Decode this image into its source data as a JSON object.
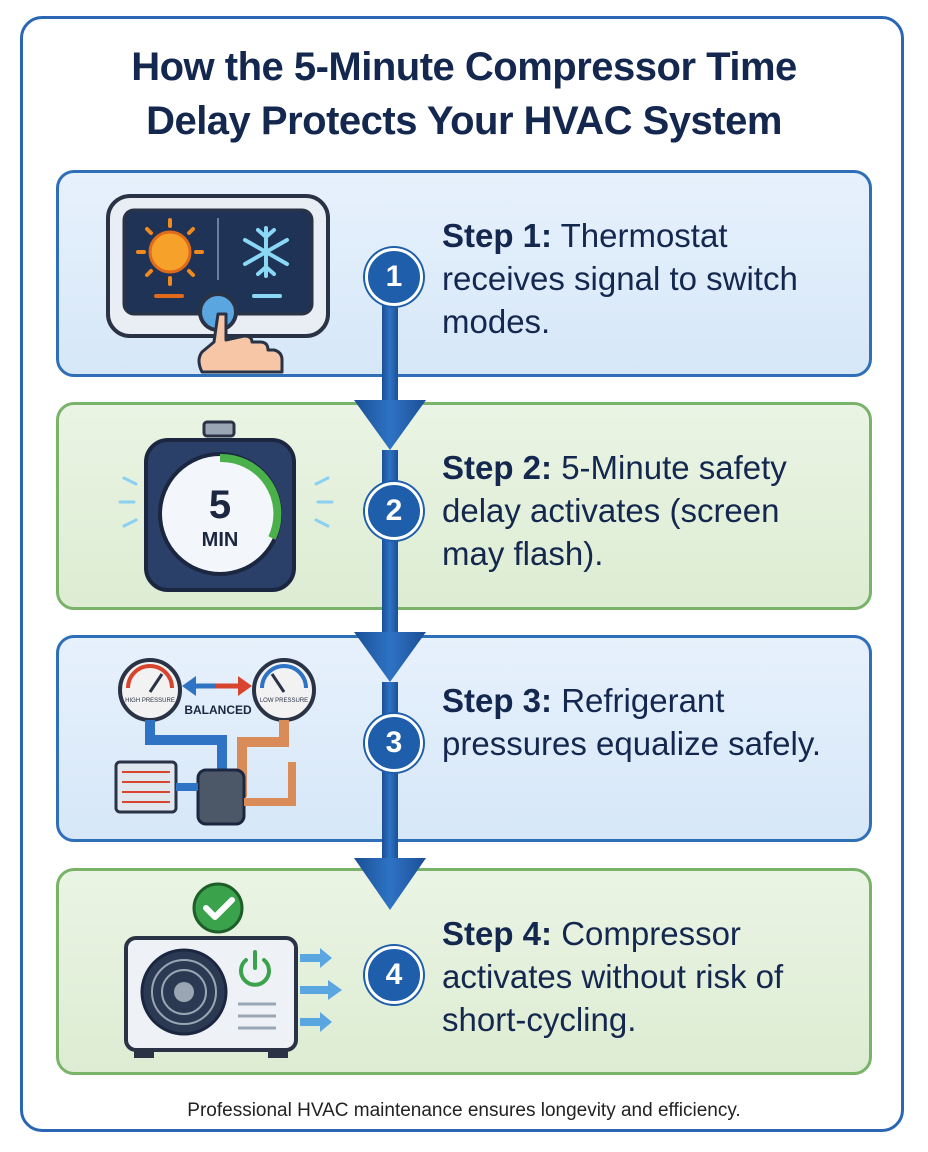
{
  "title": {
    "line1": "How the 5-Minute Compressor Time",
    "line2": "Delay Protects Your HVAC System"
  },
  "steps": [
    {
      "number": "1",
      "label": "Step 1:",
      "text": " Thermostat receives signal to switch modes."
    },
    {
      "number": "2",
      "label": "Step 2:",
      "text": " 5-Minute safety delay activates (screen may flash)."
    },
    {
      "number": "3",
      "label": "Step 3:",
      "text": " Refrigerant pressures equalize safely."
    },
    {
      "number": "4",
      "label": "Step 4:",
      "text": " Compressor activates without risk of short-cycling."
    }
  ],
  "illustrations": {
    "timer_value": "5",
    "timer_unit": "MIN",
    "gauge_left": "HIGH PRESSURE",
    "gauge_right": "LOW PRESSURE",
    "balanced": "BALANCED"
  },
  "footer": "Professional HVAC maintenance ensures longevity and efficiency.",
  "colors": {
    "title": "#14284f",
    "blue_border": "#2f6fb8",
    "green_border": "#79b36a",
    "badge": "#1e5eab",
    "arrow": "#1e5eab"
  }
}
